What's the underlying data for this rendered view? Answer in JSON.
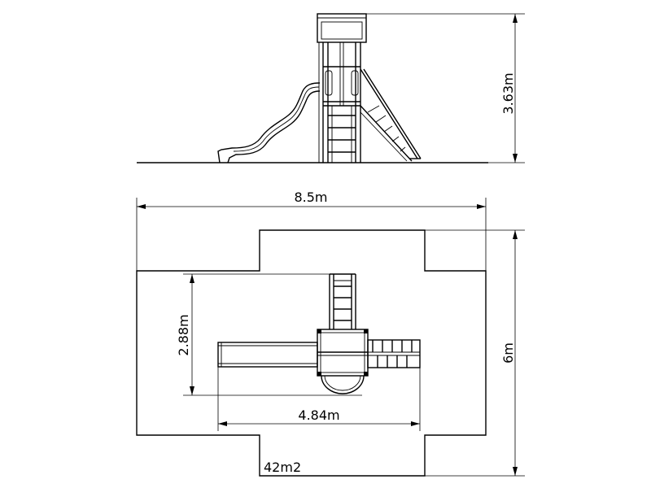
{
  "drawing": {
    "labels": {
      "tower_height": "3.63m",
      "overall_length": "8.5m",
      "overall_width": "6m",
      "depth_dimension": "2.88m",
      "equipment_length": "4.84m",
      "safety_area": "42m2"
    }
  }
}
